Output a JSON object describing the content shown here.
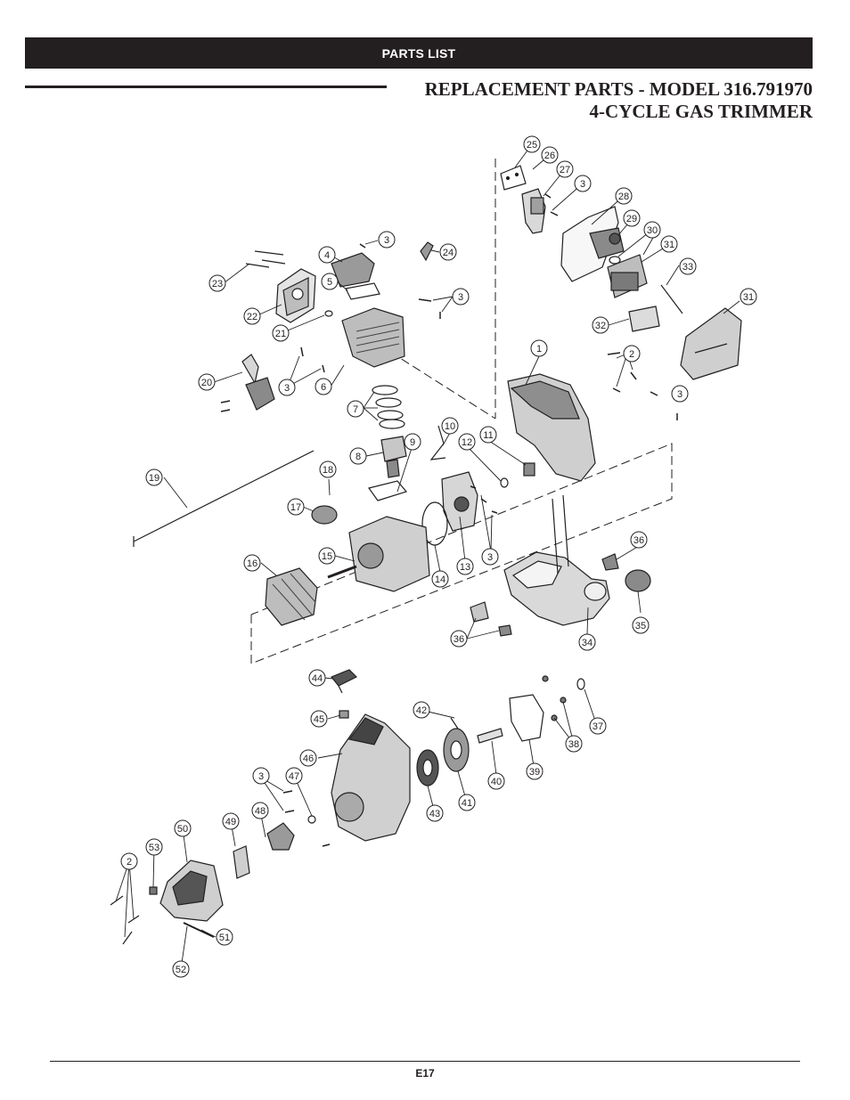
{
  "header": {
    "banner": "PARTS LIST"
  },
  "title": {
    "line1": "REPLACEMENT PARTS - MODEL 316.791970",
    "line2": "4-CYCLE GAS TRIMMER"
  },
  "footer": {
    "page": "E17"
  },
  "callouts": [
    "1",
    "2",
    "2",
    "3",
    "3",
    "3",
    "3",
    "3",
    "3",
    "3",
    "4",
    "5",
    "6",
    "7",
    "8",
    "9",
    "10",
    "11",
    "12",
    "13",
    "14",
    "15",
    "16",
    "17",
    "18",
    "19",
    "20",
    "21",
    "22",
    "23",
    "24",
    "25",
    "26",
    "27",
    "28",
    "29",
    "30",
    "31",
    "31",
    "32",
    "33",
    "34",
    "35",
    "36",
    "36",
    "37",
    "38",
    "39",
    "40",
    "41",
    "42",
    "43",
    "44",
    "45",
    "46",
    "47",
    "48",
    "49",
    "50",
    "51",
    "52",
    "53"
  ]
}
